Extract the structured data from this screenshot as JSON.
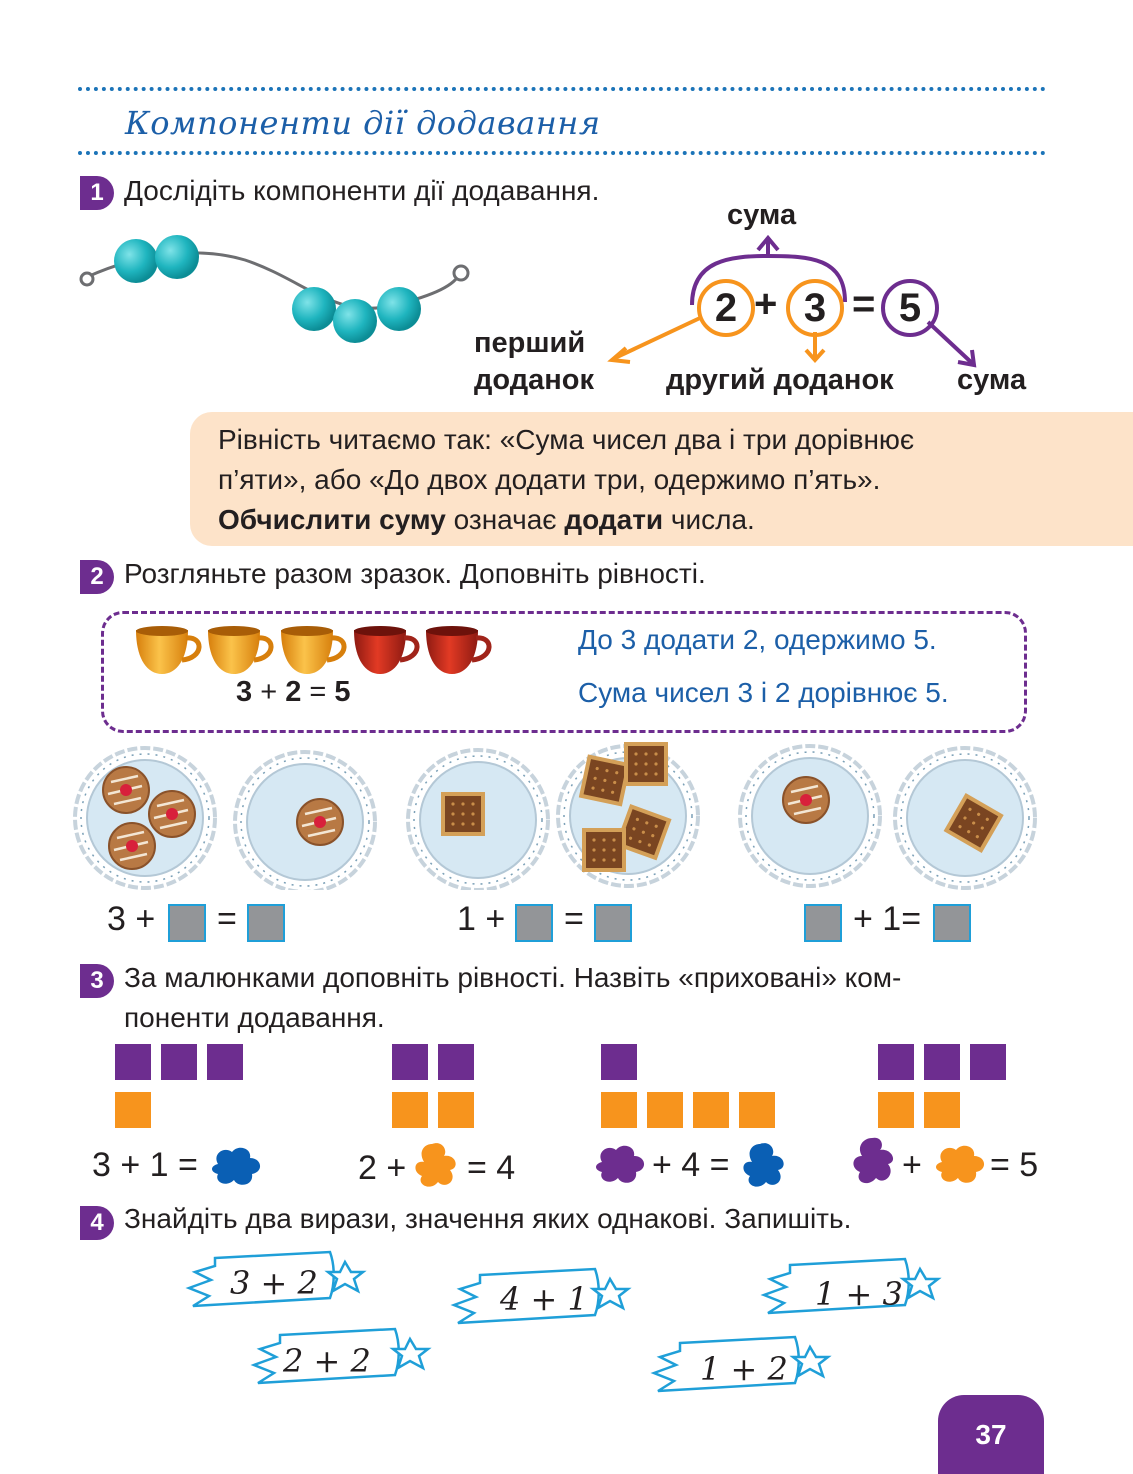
{
  "header": {
    "title": "Компоненти дії додавання"
  },
  "task1": {
    "number": "1",
    "text": "Дослідіть компоненти дії додавання.",
    "equation": {
      "a": "2",
      "plus": "+",
      "b": "3",
      "eq": "=",
      "sum": "5"
    },
    "labels": {
      "sum_top": "сума",
      "first_addend_1": "перший",
      "first_addend_2": "доданок",
      "second_addend": "другий доданок",
      "sum_right": "сума"
    }
  },
  "info": {
    "line1": "Рівність читаємо так: «Сума чисел два і три дорівнює",
    "line2": "п’яти», або «До двох додати три, одержимо п’ять».",
    "line3_bold1": "Обчислити суму",
    "line3_mid": " означає ",
    "line3_bold2": "додати",
    "line3_end": " числа."
  },
  "task2": {
    "number": "2",
    "text": "Розгляньте разом зразок. Доповніть рівності.",
    "sample_equation_a": "3",
    "sample_equation_plus": " + ",
    "sample_equation_b": "2",
    "sample_equation_eq": " = ",
    "sample_equation_c": "5",
    "sample_line1": "До 3 додати 2, одержимо 5.",
    "sample_line2": "Сума чисел 3 і 2 дорівнює 5.",
    "eq1_left": "3 +",
    "eq1_eq": "=",
    "eq2_left": "1 +",
    "eq2_eq": "=",
    "eq3_mid": "+ 1="
  },
  "task3": {
    "number": "3",
    "text1": "За малюнками доповніть рівності. Назвіть «приховані» ком-",
    "text2": "поненти додавання.",
    "eq1": "3 + 1 =",
    "eq2_a": "2 +",
    "eq2_b": "= 4",
    "eq3_a": "+ 4 =",
    "eq4_a": "+",
    "eq4_b": "= 5",
    "colors": {
      "purple": "#6d2d8f",
      "orange": "#f7941d",
      "blue": "#0a5fb4"
    }
  },
  "task4": {
    "number": "4",
    "text": "Знайдіть два вирази, значення яких однакові. Запишіть.",
    "expressions": [
      "3 + 2",
      "4 + 1",
      "1 + 3",
      "2 + 2",
      "1 + 2"
    ]
  },
  "page_number": "37"
}
